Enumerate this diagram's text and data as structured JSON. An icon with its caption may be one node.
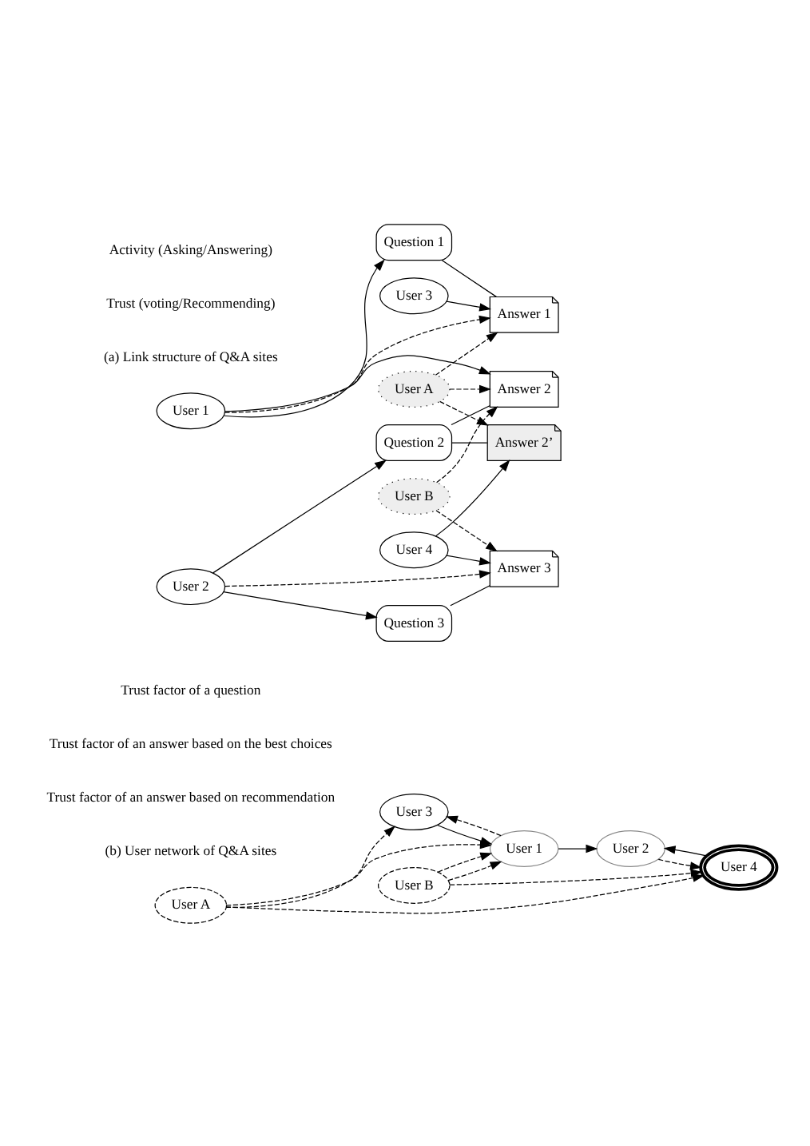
{
  "diagram": {
    "nodes": [
      {
        "text": [
          "User 1"
        ]
      },
      {
        "text": [
          "Question 1"
        ]
      },
      {
        "text": [
          "Answer 1"
        ]
      },
      {
        "text": [
          "User 3"
        ]
      },
      {
        "text": [
          "User A"
        ]
      },
      {
        "text": [
          "Answer 2"
        ]
      },
      {
        "text": [
          "Question 2"
        ]
      },
      {
        "text": [
          "User 2"
        ]
      },
      {
        "text": [
          "Answer 2’"
        ]
      },
      {
        "text": [
          "User 4"
        ]
      },
      {
        "text": [
          "Question 3"
        ]
      },
      {
        "text": [
          "Answer 3"
        ]
      },
      {
        "text": [
          "User B"
        ]
      },
      {
        "text": [
          "User 3"
        ]
      },
      {
        "text": [
          "User 1"
        ]
      },
      {
        "text": [
          "User A"
        ]
      },
      {
        "text": [
          "User 4"
        ]
      },
      {
        "text": [
          "User 2"
        ]
      },
      {
        "text": [
          "User B"
        ]
      }
    ],
    "edges": [
      {
        "from": 0,
        "to": 1,
        "arrow": "to"
      },
      {
        "from": 0,
        "to": 2,
        "arrow": "to",
        "style": "dashed"
      },
      {
        "from": 0,
        "to": 5,
        "arrow": "to"
      },
      {
        "from": 1,
        "to": 2,
        "arrow": "none"
      },
      {
        "from": 3,
        "to": 2,
        "arrow": "to"
      },
      {
        "from": 4,
        "to": 2,
        "arrow": "to",
        "style": "dashed"
      },
      {
        "from": 4,
        "to": 5,
        "arrow": "to",
        "style": "dashed"
      },
      {
        "from": 4,
        "to": 8,
        "arrow": "to",
        "style": "dashed"
      },
      {
        "from": 7,
        "to": 6,
        "arrow": "to"
      },
      {
        "from": 7,
        "to": 10,
        "arrow": "to"
      },
      {
        "from": 7,
        "to": 11,
        "arrow": "to",
        "style": "dashed"
      },
      {
        "from": 6,
        "to": 5,
        "arrow": "none"
      },
      {
        "from": 6,
        "to": 8,
        "arrow": "none"
      },
      {
        "from": 10,
        "to": 11,
        "arrow": "none"
      },
      {
        "from": 9,
        "to": 8,
        "arrow": "to"
      },
      {
        "from": 9,
        "to": 11,
        "arrow": "to"
      },
      {
        "from": 12,
        "to": 5,
        "arrow": "to",
        "style": "dashed"
      },
      {
        "from": 12,
        "to": 11,
        "arrow": "to",
        "style": "dashed"
      },
      {
        "from": 13,
        "to": 14,
        "arrow": "to"
      },
      {
        "from": 14,
        "to": 13,
        "arrow": "to",
        "style": "dashed"
      },
      {
        "from": 15,
        "to": 13,
        "arrow": "to",
        "style": "dashed"
      },
      {
        "from": 15,
        "to": 14,
        "arrow": "to",
        "style": "dashed"
      },
      {
        "from": 15,
        "to": 16,
        "arrow": "to",
        "style": "dashed"
      },
      {
        "from": 14,
        "to": 17,
        "arrow": "to"
      },
      {
        "from": 16,
        "to": 17,
        "arrow": "to"
      },
      {
        "from": 17,
        "to": 16,
        "arrow": "to",
        "style": "dashed"
      },
      {
        "from": 18,
        "to": 14,
        "arrow": "to",
        "style": "dashed"
      },
      {
        "from": 18,
        "to": 14,
        "arrow": "to",
        "style": "dashed"
      },
      {
        "from": 18,
        "to": 16,
        "arrow": "to",
        "style": "dashed"
      }
    ],
    "labels": [
      "(a) Link structure of Q&A sites",
      "(b) User network of Q&A sites"
    ],
    "legend": [
      {
        "text": "Activity (Asking/Answering)"
      },
      {
        "text": "Trust (voting/Recommending)"
      },
      {
        "text": "Trust factor of a question"
      },
      {
        "text": "Trust factor of an answer based on the best choices"
      },
      {
        "text": "Trust factor of an answer based on recommendation"
      }
    ]
  }
}
